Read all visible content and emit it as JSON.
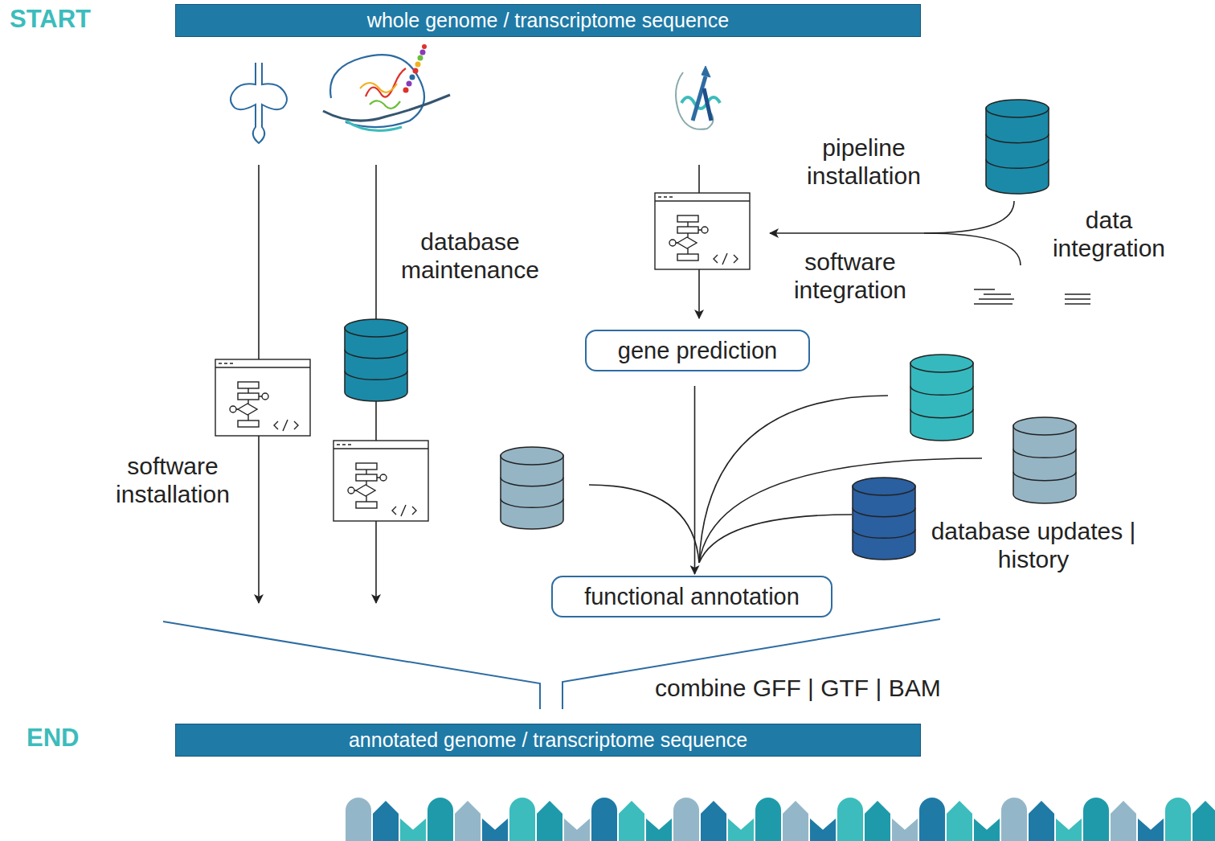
{
  "diagram": {
    "nodes": [
      {
        "text": [
          "whole genome / transcriptome sequence"
        ]
      },
      {
        "text": [
          "gene prediction"
        ]
      },
      {
        "text": [
          "functional annotation"
        ]
      },
      {
        "text": [
          "annotated genome / transcriptome sequence"
        ]
      }
    ],
    "edges": [
      {
        "from": 1,
        "to": 2,
        "arrow": "to"
      }
    ],
    "labels": [
      "START",
      "END",
      "pipeline installation",
      "data integration",
      "software integration",
      "database maintenance",
      "software installation",
      "database updates | history",
      "combine GFF | GTF | BAM"
    ]
  }
}
